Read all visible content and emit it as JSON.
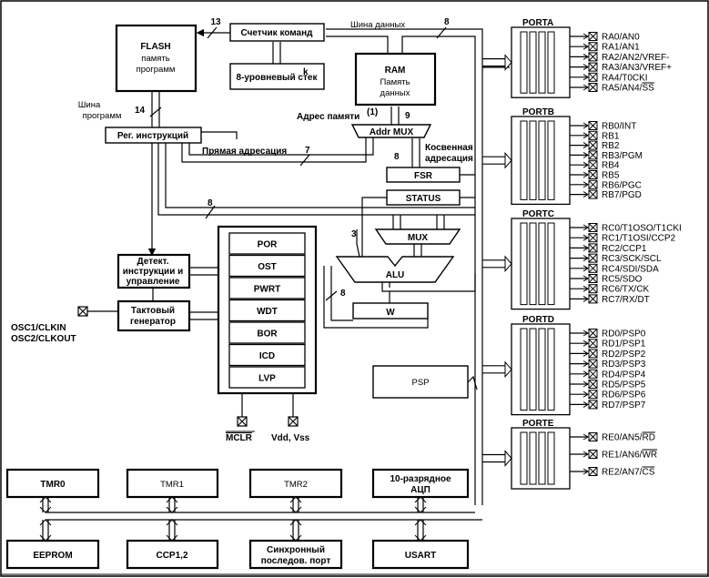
{
  "blocks": {
    "flash": "FLASH",
    "flash_line2": "память",
    "flash_line3": "программ",
    "pc": "Счетчик команд",
    "stack": "8-уровневый стек",
    "ram": "RAM",
    "ram_line2": "Память",
    "ram_line3": "данных",
    "ir": "Рег. инструкций",
    "addr_mux": "Addr MUX",
    "fsr": "FSR",
    "status": "STATUS",
    "mux": "MUX",
    "alu": "ALU",
    "w": "W",
    "decoder_l1": "Детект.",
    "decoder_l2": "инструкции и",
    "decoder_l3": "управление",
    "clock_l1": "Тактовый",
    "clock_l2": "генератор",
    "psp": "PSP",
    "tmr0": "TMR0",
    "tmr1": "TMR1",
    "tmr2": "TMR2",
    "adc_l1": "10-разрядное",
    "adc_l2": "АЦП",
    "eeprom": "EEPROM",
    "ccp": "CCP1,2",
    "sync_l1": "Синхронный",
    "sync_l2": "последов. порт",
    "usart": "USART"
  },
  "reset_items": [
    "POR",
    "OST",
    "PWRT",
    "WDT",
    "BOR",
    "ICD",
    "LVP"
  ],
  "labels": {
    "data_bus": "Шина данных",
    "prog_bus_l1": "Шина",
    "prog_bus_l2": "программ",
    "mem_addr": "Адрес памяти",
    "mem_addr_note": "(1)",
    "direct_addr": "Прямая адресация",
    "indirect_l1": "Косвенная",
    "indirect_l2": "адресация",
    "osc1": "OSC1/CLKIN",
    "osc2": "OSC2/CLKOUT",
    "mclr": "MCLR",
    "vdd_vss": "Vdd, Vss"
  },
  "bus_widths": {
    "pc_flash": "13",
    "data_bus": "8",
    "prog_bus": "14",
    "ram_addr": "9",
    "direct": "7",
    "indirect": "8",
    "mid_bus": "8",
    "mux_in": "3",
    "w_bus": "8",
    "stack_k": "k"
  },
  "ports": [
    {
      "name": "PORTA",
      "pins": [
        "RA0/AN0",
        "RA1/AN1",
        "RA2/AN2/VREF-",
        "RA3/AN3/VREF+",
        "RA4/T0CKI",
        "RA5/AN4/SS"
      ]
    },
    {
      "name": "PORTB",
      "pins": [
        "RB0/INT",
        "RB1",
        "RB2",
        "RB3/PGM",
        "RB4",
        "RB5",
        "RB6/PGC",
        "RB7/PGD"
      ]
    },
    {
      "name": "PORTC",
      "pins": [
        "RC0/T1OSO/T1CKI",
        "RC1/T1OSI/CCP2",
        "RC2/CCP1",
        "RC3/SCK/SCL",
        "RC4/SDI/SDA",
        "RC5/SDO",
        "RC6/TX/CK",
        "RC7/RX/DT"
      ]
    },
    {
      "name": "PORTD",
      "pins": [
        "RD0/PSP0",
        "RD1/PSP1",
        "RD2/PSP2",
        "RD3/PSP3",
        "RD4/PSP4",
        "RD5/PSP5",
        "RD6/PSP6",
        "RD7/PSP7"
      ]
    },
    {
      "name": "PORTE",
      "pins": [
        "RE0/AN5/RD",
        "RE1/AN6/WR",
        "RE2/AN7/CS"
      ]
    }
  ]
}
